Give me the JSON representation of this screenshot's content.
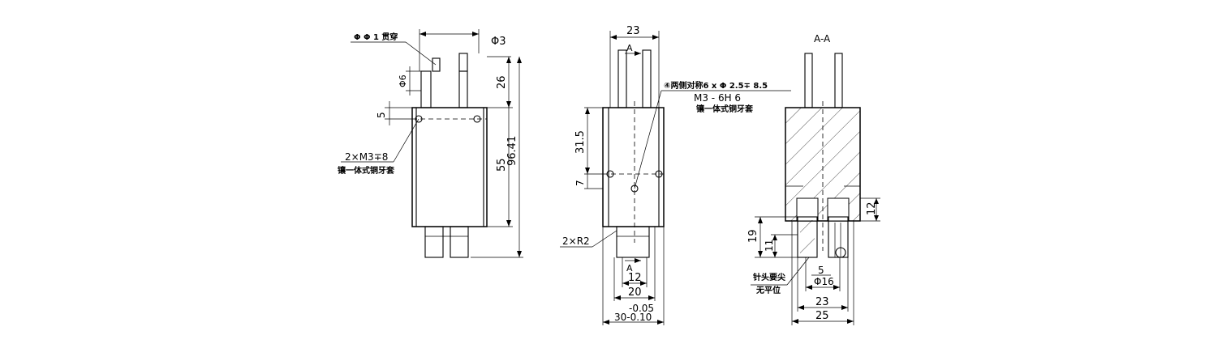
{
  "view1": {
    "dim_width_top": "Φ3",
    "dim_26": "26",
    "dim_55": "55",
    "dim_9641": "96.41",
    "dim_6": "Φ6",
    "dim_5": "5",
    "note_through": "Φ Φ 1 贯穿",
    "note_thread1": "2×M3∓8",
    "note_thread2": "镶一体式铜牙套"
  },
  "view2": {
    "dim_23": "23",
    "dim_315": "31.5",
    "dim_7": "7",
    "dim_12": "12",
    "dim_20": "20",
    "tol_upper": "-0.05",
    "tol_lower": "30-0.10",
    "section_mark": "A",
    "note_holes": "④两侧对称6 x Φ 2.5∓ 8.5",
    "note_thread": "M3 - 6H 6",
    "note_insert": "镶一体式铜牙套",
    "note_radius": "2×R2"
  },
  "view3": {
    "section_title": "A-A",
    "dim_12": "12",
    "dim_19": "19",
    "dim_11": "11",
    "dim_5": "5",
    "dim_16": "Φ16",
    "dim_23": "23",
    "dim_25": "25",
    "note_pin1": "针头要尖",
    "note_pin2": "无平位"
  },
  "colors": {
    "line": "#000000",
    "background": "#ffffff"
  }
}
